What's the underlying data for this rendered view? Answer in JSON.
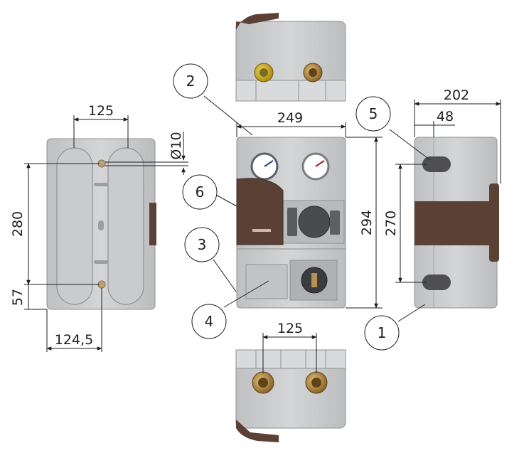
{
  "colors": {
    "housing": "#c8c9cb",
    "housing_light": "#d7d8da",
    "housing_edge": "#8e9092",
    "panel": "#d0d1d3",
    "insulation_brown": "#5b4036",
    "line": "#1e1e1e",
    "brass": "#b8904a",
    "yellow_fitting": "#d6b42a",
    "background": "#ffffff"
  },
  "dimensions": {
    "left_view": {
      "width_top": "125",
      "hole": "Ø10",
      "height": "280",
      "bottom_offset": "57",
      "bottom_width": "124,5"
    },
    "front_view": {
      "width": "249",
      "height": "294"
    },
    "right_view": {
      "depth": "202",
      "hole_offset": "48",
      "hole_spacing": "270"
    },
    "bottom_view": {
      "spacing": "125"
    }
  },
  "callouts": [
    "1",
    "2",
    "3",
    "4",
    "5",
    "6"
  ],
  "icons": {
    "gauges": [
      "thermometer-gauge-icon",
      "thermometer-gauge-icon"
    ],
    "pump": "circulator-pump-icon",
    "valve": "ball-valve-icon",
    "fittings": [
      "threaded-fitting-icon"
    ]
  }
}
